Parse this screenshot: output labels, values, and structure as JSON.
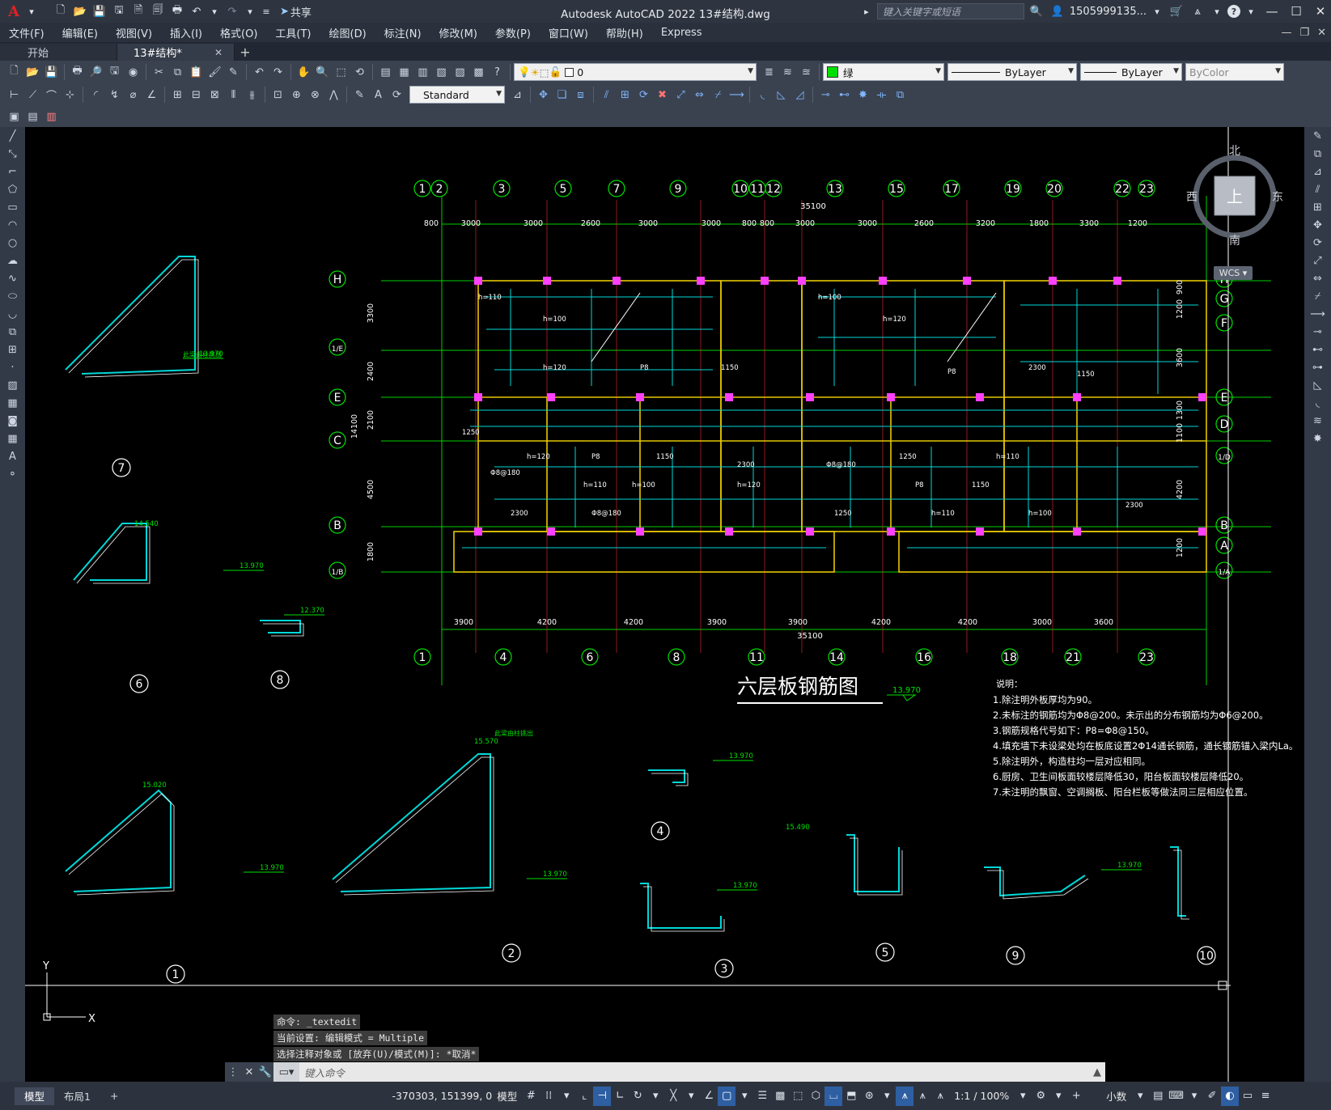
{
  "app": {
    "logo": "A",
    "title": "Autodesk AutoCAD 2022    13#结构.dwg"
  },
  "quick_access": {
    "share_label": "共享"
  },
  "title_right": {
    "search_placeholder": "键入关键字或短语",
    "user": "1505999135...",
    "help": "?"
  },
  "menu": [
    "文件(F)",
    "编辑(E)",
    "视图(V)",
    "插入(I)",
    "格式(O)",
    "工具(T)",
    "绘图(D)",
    "标注(N)",
    "修改(M)",
    "参数(P)",
    "窗口(W)",
    "帮助(H)",
    "Express"
  ],
  "tabs": [
    {
      "label": "开始"
    },
    {
      "label": "13#结构*"
    }
  ],
  "layer": {
    "name": "0"
  },
  "properties": {
    "color": "绿",
    "linetype": "ByLayer",
    "lineweight": "ByLayer",
    "plotstyle": "ByColor"
  },
  "text_style": "Standard",
  "viewcube": {
    "north": "北",
    "south": "南",
    "east": "东",
    "west": "西",
    "top": "上",
    "wcs": "WCS"
  },
  "drawing": {
    "main_title": "六层板钢筋图",
    "elevation": "13.970",
    "notes_title": "说明：",
    "notes": [
      "1.除注明外板厚均为90。",
      "2.未标注的钢筋均为Φ8@200。未示出的分布钢筋均为Φ6@200。",
      "3.钢筋规格代号如下：P8=Φ8@150。",
      "4.填充墙下未设梁处均在板底设置2Φ14通长钢筋，通长钢筋锚入梁内La。",
      "5.除注明外，构造柱均一层对应相同。",
      "6.厨房、卫生间板面较楼层降低30，阳台板面较楼层降低20。",
      "7.未注明的飘窗、空调搁板、阳台栏板等做法同三层相应位置。"
    ],
    "top_axes": [
      "1",
      "2",
      "3",
      "5",
      "7",
      "9",
      "10",
      "11",
      "12",
      "13",
      "15",
      "17",
      "19",
      "20",
      "22",
      "23"
    ],
    "bottom_axes": [
      "1",
      "4",
      "6",
      "8",
      "11",
      "14",
      "16",
      "18",
      "21",
      "23"
    ],
    "left_axes": [
      "H",
      "1/E",
      "E",
      "C",
      "B",
      "1/B"
    ],
    "right_axes": [
      "H",
      "G",
      "F",
      "E",
      "D",
      "1/D",
      "B",
      "A",
      "1/A"
    ],
    "top_dims": [
      "800",
      "3000",
      "3000",
      "2600",
      "3000",
      "3000",
      "800",
      "800",
      "3000",
      "3000",
      "2600",
      "3200",
      "1800",
      "3300",
      "1200"
    ],
    "top_total": "35100",
    "bottom_dims": [
      "3900",
      "4200",
      "4200",
      "3900",
      "3900",
      "4200",
      "4200",
      "3000",
      "3600"
    ],
    "bottom_total": "35100",
    "left_dims": [
      "3300",
      "2400",
      "2100",
      "14100",
      "4500",
      "1800"
    ],
    "right_dims": [
      "900",
      "1200",
      "3600",
      "1300",
      "1100",
      "4200",
      "1200"
    ],
    "slab_labels": [
      "h=110",
      "h=100",
      "h=120",
      "P8",
      "1150",
      "2300",
      "Φ8@180",
      "1250"
    ],
    "details": [
      {
        "number": "7",
        "note": "此梁由柱挑出",
        "elev": "13.970"
      },
      {
        "number": "6",
        "elev_top": "14.540",
        "elev": "13.970"
      },
      {
        "number": "8",
        "elev": "12.370"
      },
      {
        "number": "1",
        "elev_top": "15.020",
        "elev": "13.970"
      },
      {
        "number": "2",
        "note": "此梁由柱挑出",
        "elev_top": "15.570",
        "elev": "13.970"
      },
      {
        "number": "3",
        "elev": "13.970"
      },
      {
        "number": "4",
        "elev": "13.970"
      },
      {
        "number": "5",
        "elev_top": "15.490"
      },
      {
        "number": "9",
        "elev": "13.970"
      },
      {
        "number": "10"
      }
    ]
  },
  "command": {
    "history": [
      "命令: _textedit",
      "当前设置: 编辑模式 = Multiple",
      "选择注释对象或 [放弃(U)/模式(M)]: *取消*"
    ],
    "placeholder": "键入命令"
  },
  "status": {
    "layout_tabs": [
      "模型",
      "布局1"
    ],
    "coords": "-370303, 151399, 0",
    "model": "模型",
    "scale": "1:1 / 100%",
    "units": "小数"
  }
}
